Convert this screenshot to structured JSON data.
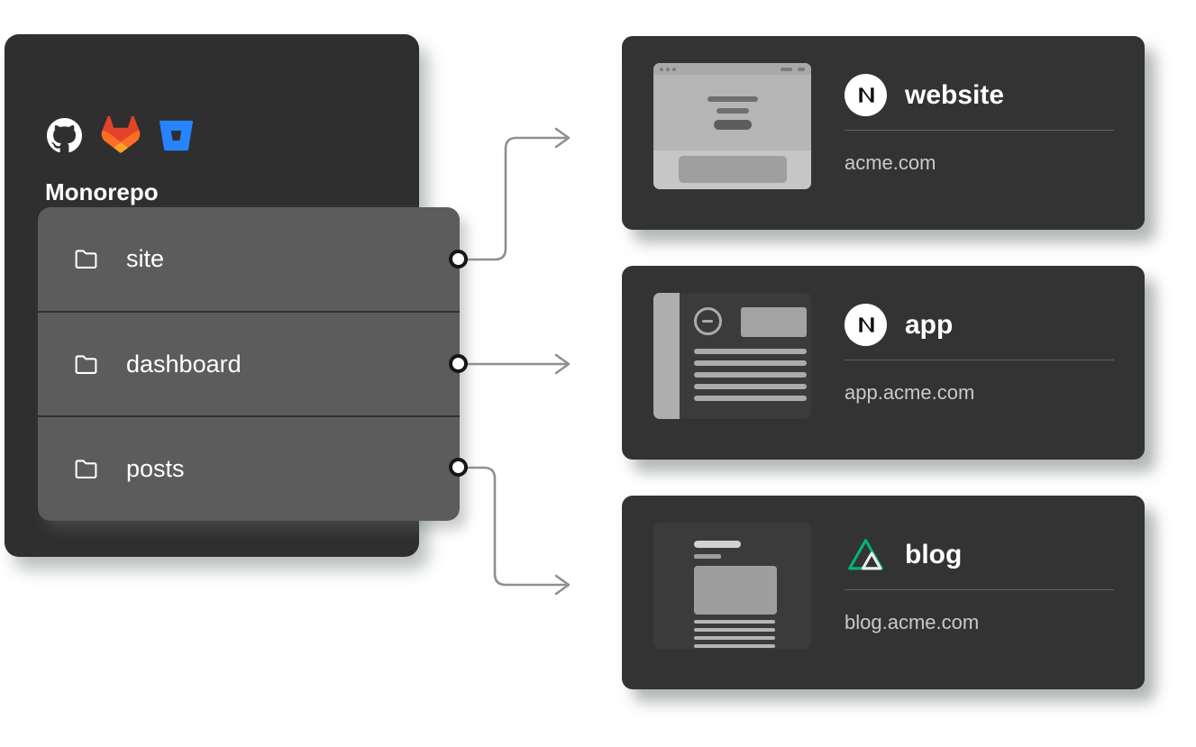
{
  "monorepo": {
    "title": "Monorepo",
    "providers": [
      {
        "name": "GitHub",
        "icon": "github-icon"
      },
      {
        "name": "GitLab",
        "icon": "gitlab-icon",
        "brand_color": "#fc6d26"
      },
      {
        "name": "Bitbucket",
        "icon": "bitbucket-icon",
        "brand_color": "#2684ff"
      }
    ],
    "folders": [
      {
        "label": "site",
        "icon": "folder-icon"
      },
      {
        "label": "dashboard",
        "icon": "folder-icon"
      },
      {
        "label": "posts",
        "icon": "folder-icon"
      }
    ]
  },
  "deployments": [
    {
      "title": "website",
      "domain": "acme.com",
      "framework": "Next.js",
      "framework_icon": "nextjs-icon"
    },
    {
      "title": "app",
      "domain": "app.acme.com",
      "framework": "Next.js",
      "framework_icon": "nextjs-icon"
    },
    {
      "title": "blog",
      "domain": "blog.acme.com",
      "framework": "Nuxt",
      "framework_icon": "nuxt-icon",
      "brand_color": "#00b577"
    }
  ],
  "connections": [
    {
      "from": "site",
      "to": "website"
    },
    {
      "from": "dashboard",
      "to": "app"
    },
    {
      "from": "posts",
      "to": "blog"
    }
  ],
  "colors": {
    "card_background": "#2f2f2f",
    "panel_background": "#5c5c5c",
    "arrow_gray": "#8f8f8f",
    "nuxt_green": "#00b577",
    "gitlab_orange": "#fc6d26",
    "bitbucket_blue": "#2684ff"
  }
}
